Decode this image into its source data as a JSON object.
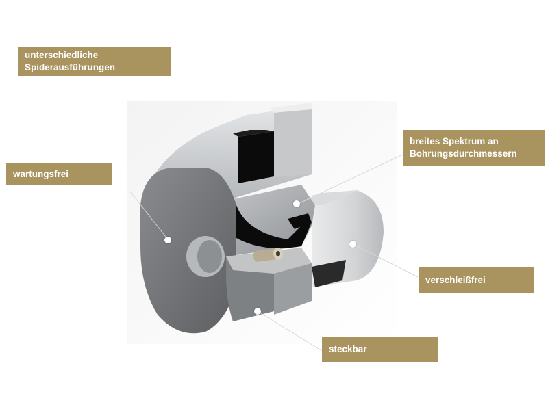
{
  "colors": {
    "label_background": "#a9935f",
    "label_text": "#ffffff",
    "metal_face": "#76787b",
    "metal_light": "#c9cbcd",
    "spider": "#0b0b0b"
  },
  "labels": {
    "spider_variants": "unterschiedliche\nSpiderausführungen",
    "maintenance_free": "wartungsfrei",
    "bore_range": "breites Spektrum an\nBohrungsdurchmessern",
    "wear_free": "verschleißfrei",
    "pluggable": "steckbar"
  }
}
